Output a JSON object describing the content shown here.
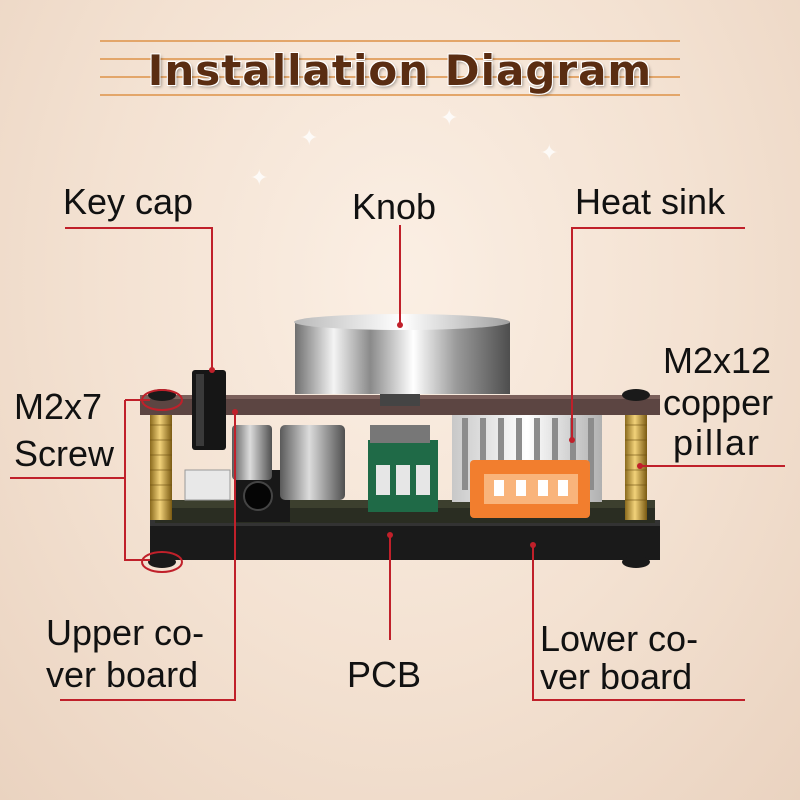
{
  "title": "Installation Diagram",
  "labels": {
    "key_cap": "Key cap",
    "knob": "Knob",
    "heat_sink": "Heat sink",
    "screw_line1": "M2x7",
    "screw_line2": "Screw",
    "pillar_line1": "M2x12",
    "pillar_line2": "copper",
    "pillar_line3": "pillar",
    "upper_line1": "Upper co-",
    "upper_line2": "ver board",
    "pcb": "PCB",
    "lower_line1": "Lower co-",
    "lower_line2": "ver board"
  },
  "colors": {
    "title": "#5a2d12",
    "leader_line": "#c0202a",
    "title_rule": "#e3a66a"
  }
}
